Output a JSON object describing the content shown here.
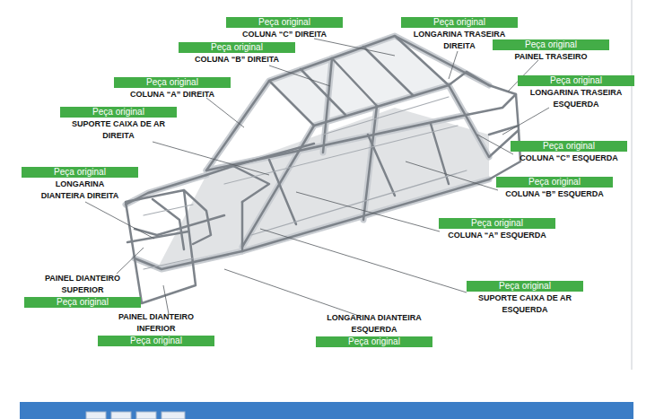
{
  "diagram": {
    "nodes": [
      {
        "text": [
          "Peça original",
          "COLUNA “C” DIREITA"
        ]
      },
      {
        "text": [
          "Peça original",
          "LONGARINA TRASEIRA DIREITA"
        ]
      },
      {
        "text": [
          "Peça original",
          "PAINEL TRASEIRO"
        ]
      },
      {
        "text": [
          "Peça original",
          "COLUNA “B” DIREITA"
        ]
      },
      {
        "text": [
          "Peça original",
          "LONGARINA TRASEIRA ESQUERDA"
        ]
      },
      {
        "text": [
          "Peça original",
          "COLUNA “A” DIREITA"
        ]
      },
      {
        "text": [
          "Peça original",
          "SUPORTE CAIXA DE AR DIREITA"
        ]
      },
      {
        "text": [
          "Peça original",
          "COLUNA “C” ESQUERDA"
        ]
      },
      {
        "text": [
          "Peça original",
          "LONGARINA DIANTEIRA DIREITA"
        ]
      },
      {
        "text": [
          "Peça original",
          "COLUNA “B” ESQUERDA"
        ]
      },
      {
        "text": [
          "Peça original",
          "COLUNA “A” ESQUERDA"
        ]
      },
      {
        "text": [
          "PAINEL DIANTEIRO SUPERIOR",
          "Peça original"
        ]
      },
      {
        "text": [
          "Peça original",
          "SUPORTE CAIXA DE AR ESQUERDA"
        ]
      },
      {
        "text": [
          "LONGARINA DIANTEIRA ESQUERDA",
          "Peça original"
        ]
      },
      {
        "text": [
          "PAINEL DIANTEIRO INFERIOR",
          "Peça original"
        ]
      }
    ]
  }
}
